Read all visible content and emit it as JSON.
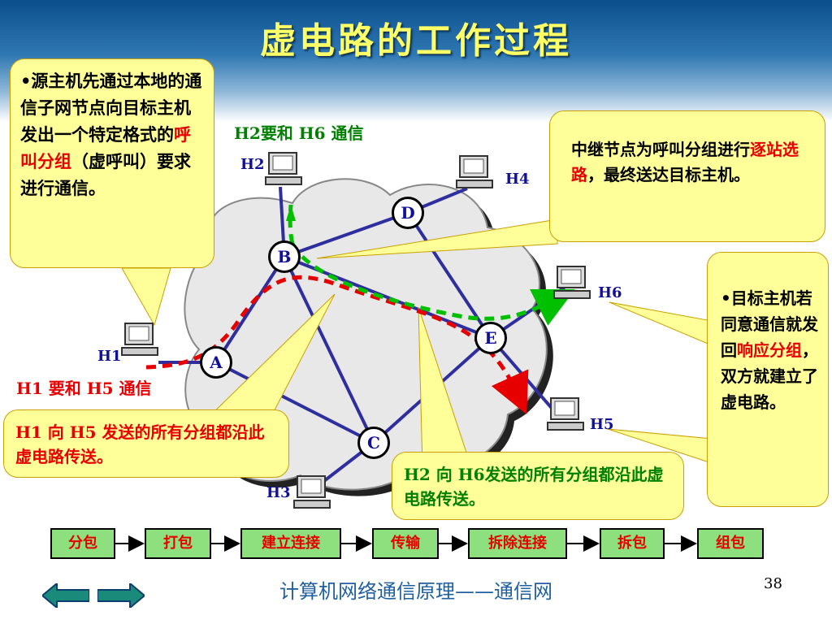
{
  "title": "虚电路的工作过程",
  "box1": {
    "pre": "•源主机先通过本地的通信子网节点向目标主机 发出一个特定格式的",
    "red": "呼叫分组",
    "post": "（虚呼叫）要求进行通信。"
  },
  "box2": {
    "pre": "中继节点为呼叫分组进行",
    "red": "逐站选路",
    "post": "，最终送达目标主机。"
  },
  "box3": {
    "pre": "•目标主机若同意通信就发回",
    "red": "响应分组",
    "post": "，双方就建立了虚电路。"
  },
  "box4": {
    "text": "H1 向 H5 发送的所有分组都沿此虚电路传送。"
  },
  "box5": {
    "text": "H2 向 H6发送的所有分组都沿此虚电路传送。"
  },
  "label_h2h6": "H2要和 H6 通信",
  "label_h1h5": "H1 要和 H5 通信",
  "nodes": [
    "A",
    "B",
    "C",
    "D",
    "E"
  ],
  "hosts": [
    "H1",
    "H2",
    "H3",
    "H4",
    "H5",
    "H6"
  ],
  "steps": [
    "分包",
    "打包",
    "建立连接",
    "传输",
    "拆除连接",
    "拆包",
    "组包"
  ],
  "footer": "计算机网络通信原理——通信网",
  "page_number": "38",
  "colors": {
    "title": "#ffff66",
    "callout": "#ffff99",
    "red_path": "#e60000",
    "green_path": "#00c000",
    "step": "#8ee07e",
    "link": "#2e2e9e"
  },
  "icons": [
    "computer-icon",
    "prev-arrow-icon",
    "next-arrow-icon"
  ]
}
